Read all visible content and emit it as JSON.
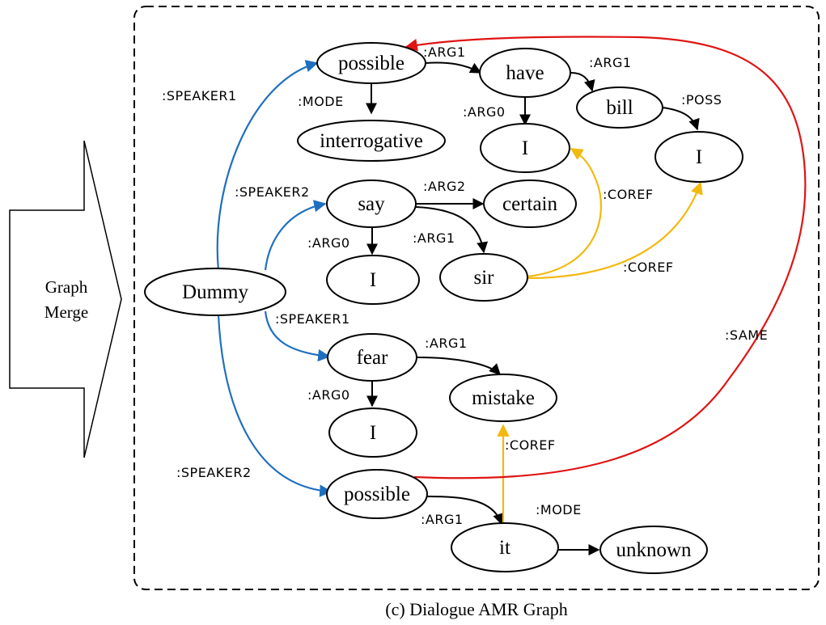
{
  "caption": "(c) Dialogue AMR Graph",
  "merge_arrow": {
    "line1": "Graph",
    "line2": "Merge"
  },
  "colors": {
    "black": "#000000",
    "speaker": "#1f6fbf",
    "coref": "#f2b90f",
    "same": "#e01414"
  },
  "nodes": {
    "possible1": "possible",
    "interrogative": "interrogative",
    "have": "have",
    "bill": "bill",
    "i_have": "I",
    "i_bill": "I",
    "say": "say",
    "certain": "certain",
    "i_say": "I",
    "sir": "sir",
    "dummy": "Dummy",
    "fear": "fear",
    "mistake": "mistake",
    "i_fear": "I",
    "possible2": "possible",
    "it": "it",
    "unknown": "unknown"
  },
  "edge_labels": {
    "speaker1_top": ":SPEAKER1",
    "speaker2_top": ":SPEAKER2",
    "speaker1_mid": ":SPEAKER1",
    "speaker2_bottom": ":SPEAKER2",
    "mode_top": ":MODE",
    "arg1_possible": ":ARG1",
    "arg1_have": ":ARG1",
    "arg0_have": ":ARG0",
    "poss_bill": ":POSS",
    "arg2_say": ":ARG2",
    "arg0_say": ":ARG0",
    "arg1_say": ":ARG1",
    "coref_sir_have": ":COREF",
    "coref_sir_bill": ":COREF",
    "arg1_fear": ":ARG1",
    "arg0_fear": ":ARG0",
    "coref_it": ":COREF",
    "arg1_possible2": ":ARG1",
    "mode_bottom": ":MODE",
    "same": ":SAME"
  }
}
